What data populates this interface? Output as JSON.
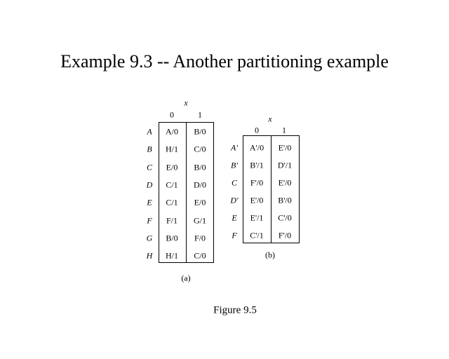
{
  "title": "Example 9.3 -- Another partitioning example",
  "table_a": {
    "input_label": "x",
    "columns": [
      "0",
      "1"
    ],
    "rows": [
      {
        "state": "A",
        "c0": "A/0",
        "c1": "B/0"
      },
      {
        "state": "B",
        "c0": "H/1",
        "c1": "C/0"
      },
      {
        "state": "C",
        "c0": "E/0",
        "c1": "B/0"
      },
      {
        "state": "D",
        "c0": "C/1",
        "c1": "D/0"
      },
      {
        "state": "E",
        "c0": "C/1",
        "c1": "E/0"
      },
      {
        "state": "F",
        "c0": "F/1",
        "c1": "G/1"
      },
      {
        "state": "G",
        "c0": "B/0",
        "c1": "F/0"
      },
      {
        "state": "H",
        "c0": "H/1",
        "c1": "C/0"
      }
    ],
    "caption": "(a)"
  },
  "table_b": {
    "input_label": "x",
    "columns": [
      "0",
      "1"
    ],
    "rows": [
      {
        "state": "A'",
        "c0": "A'/0",
        "c1": "E'/0"
      },
      {
        "state": "B'",
        "c0": "B'/1",
        "c1": "D'/1"
      },
      {
        "state": "C",
        "c0": "F'/0",
        "c1": "E'/0"
      },
      {
        "state": "D'",
        "c0": "E'/0",
        "c1": "B'/0"
      },
      {
        "state": "E",
        "c0": "E'/1",
        "c1": "C'/0"
      },
      {
        "state": "F",
        "c0": "C'/1",
        "c1": "F'/0"
      }
    ],
    "caption": "(b)"
  },
  "figure_caption": "Figure 9.5"
}
